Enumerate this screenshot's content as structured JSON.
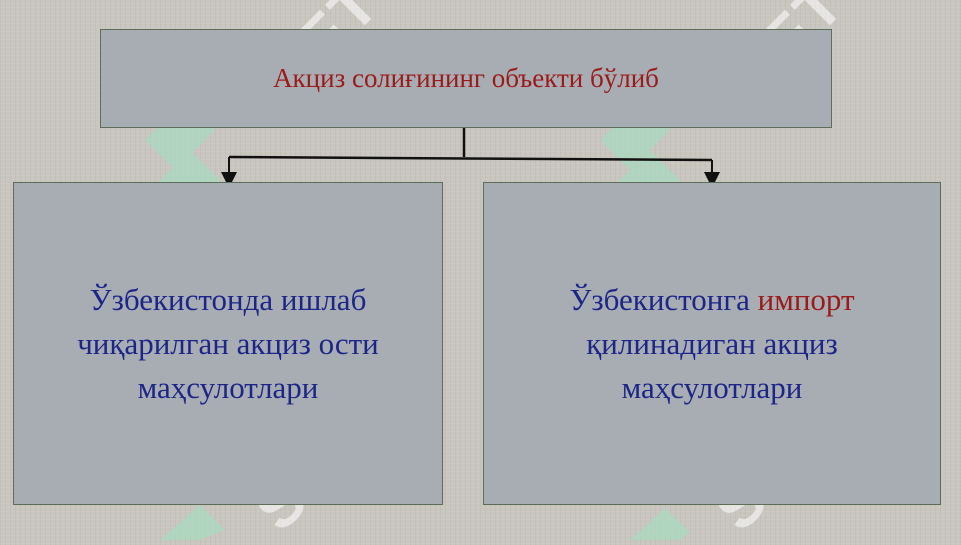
{
  "diagram": {
    "root": {
      "label": "Акциз солиғининг объекти бўлиб"
    },
    "children": [
      {
        "line1": "Ўзбекистонда ишлаб",
        "line2": "чиқарилган акциз ости",
        "line3": "маҳсулотлари"
      },
      {
        "line1_prefix": "Ўзбекистонга ",
        "line1_accent": "импорт",
        "line2": "қилинадиган акциз",
        "line3": "маҳсулотлари"
      }
    ]
  },
  "watermark": {
    "text": "SOFT"
  },
  "colors": {
    "background": "#c9c6c0",
    "box_fill": "#a7adb3",
    "box_border": "#5c6e57",
    "root_text": "#9b1a1a",
    "child_text": "#1d2688",
    "accent_text": "#9b1a1a",
    "watermark": "#ffffff",
    "watermark_logo": "#a8d9bf"
  }
}
